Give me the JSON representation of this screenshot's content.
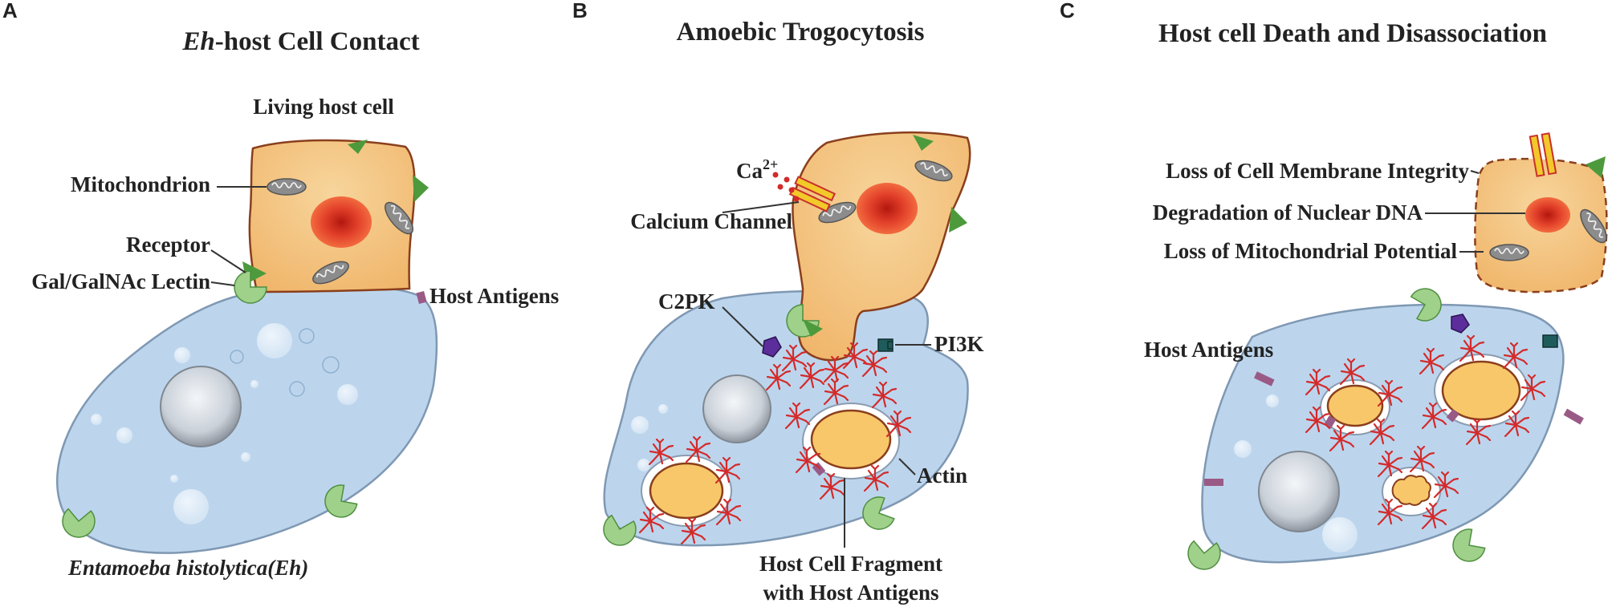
{
  "panels": {
    "a": {
      "letter": "A",
      "title_italic": "Eh",
      "title_rest": "-host Cell Contact",
      "labels": {
        "living_host_cell": "Living host cell",
        "mitochondrion": "Mitochondrion",
        "receptor": "Receptor",
        "lectin": "Gal/GalNAc Lectin",
        "host_antigens": "Host Antigens",
        "organism": "Entamoeba histolytica(Eh)"
      }
    },
    "b": {
      "letter": "B",
      "title": "Amoebic Trogocytosis",
      "labels": {
        "calcium_ion": "Ca",
        "calcium_charge": "2+",
        "calcium_channel": "Calcium Channel",
        "c2pk": "C2PK",
        "pi3k": "PI3K",
        "actin": "Actin",
        "fragment_line1": "Host Cell Fragment",
        "fragment_line2": "with Host Antigens"
      }
    },
    "c": {
      "letter": "C",
      "title": "Host cell Death and Disassociation",
      "labels": {
        "membrane": "Loss of Cell Membrane Integrity",
        "dna": "Degradation of Nuclear DNA",
        "mito": "Loss of Mitochondrial Potential",
        "host_antigens": "Host Antigens"
      }
    }
  },
  "colors": {
    "amoeba_fill": "#bcd5ed",
    "amoeba_stroke": "#7f98b3",
    "host_fill": "#f3c17f",
    "host_stroke": "#8a3f1c",
    "nucleus": "#e8402a",
    "lectin": "#9fd18b",
    "receptor": "#4d9a3c",
    "actin": "#d42a2a",
    "antigen": "#9a5a86",
    "c2pk": "#5b2e9c",
    "pi3k": "#1f5b5b",
    "fragment": "#f8c76a"
  }
}
